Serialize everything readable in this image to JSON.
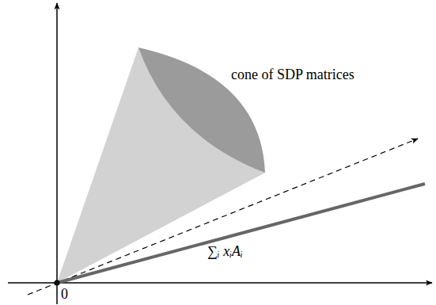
{
  "diagram": {
    "labels": [
      "cone of SDP matrices",
      "∑ᵢ xᵢAᵢ",
      "0"
    ]
  }
}
